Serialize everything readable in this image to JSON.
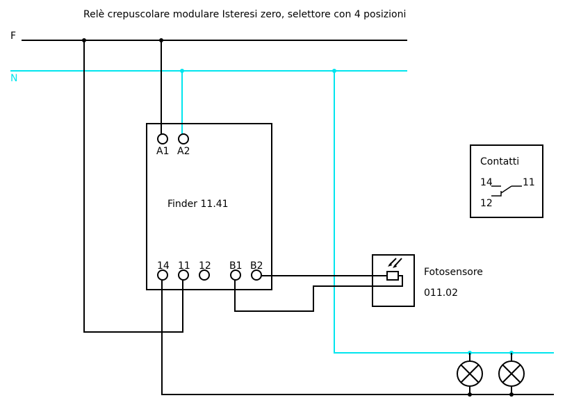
{
  "title": "Relè crepuscolare modulare Isteresi zero, selettore con 4 posizioni",
  "colors": {
    "phase": "#000000",
    "neutral": "#00e5ee",
    "background": "#ffffff"
  },
  "lines": {
    "phase_label": "F",
    "neutral_label": "N"
  },
  "relay": {
    "name": "Finder 11.41",
    "coil_terminals": [
      "A1",
      "A2"
    ],
    "contact_terminals": [
      "14",
      "11",
      "12"
    ],
    "sensor_terminals": [
      "B1",
      "B2"
    ]
  },
  "contacts_legend": {
    "title": "Contatti",
    "labels": [
      "14",
      "11",
      "12"
    ]
  },
  "photosensor": {
    "name": "Fotosensore",
    "code": "011.02"
  },
  "lamps": {
    "count": 2,
    "icon": "lamp-icon"
  }
}
